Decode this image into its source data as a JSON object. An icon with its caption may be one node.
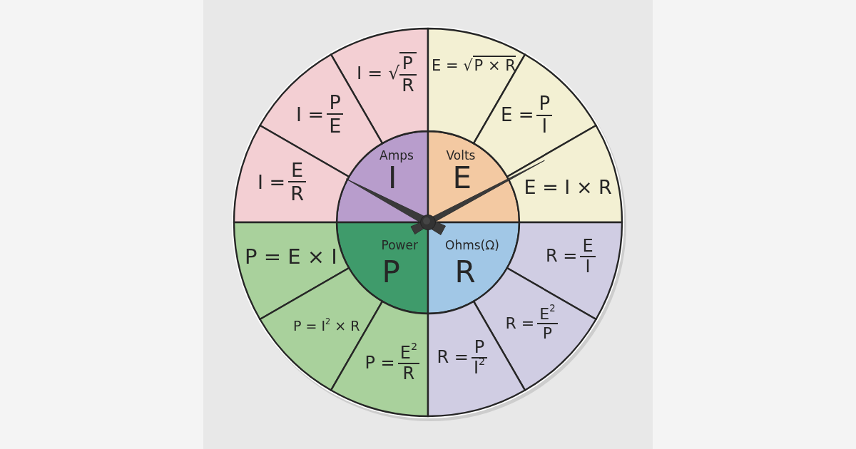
{
  "diagram": {
    "nodes": [
      {
        "text": [
          "Amps",
          "I"
        ]
      },
      {
        "text": [
          "Volts",
          "E"
        ]
      },
      {
        "text": [
          "Power",
          "P"
        ]
      },
      {
        "text": [
          "Ohms(Ω)",
          "R"
        ]
      },
      {
        "text": [
          "I = √",
          "P",
          "R"
        ]
      },
      {
        "text": [
          "I =",
          "P",
          "E"
        ]
      },
      {
        "text": [
          "I =",
          "E",
          "R"
        ]
      },
      {
        "text": [
          "E = √",
          "P × R"
        ]
      },
      {
        "text": [
          "E =",
          "P",
          "I"
        ]
      },
      {
        "text": [
          "E = I × R"
        ]
      },
      {
        "text": [
          "P = E × I"
        ]
      },
      {
        "text": [
          "P = I$^{2}$ × R"
        ]
      },
      {
        "text": [
          "P =",
          "E$^{2}$",
          "R"
        ]
      },
      {
        "text": [
          "R =",
          "E",
          "I"
        ]
      },
      {
        "text": [
          "R =",
          "E$^{2}$",
          "P"
        ]
      },
      {
        "text": [
          "R =",
          "P",
          "I$^{2}$"
        ]
      }
    ]
  }
}
